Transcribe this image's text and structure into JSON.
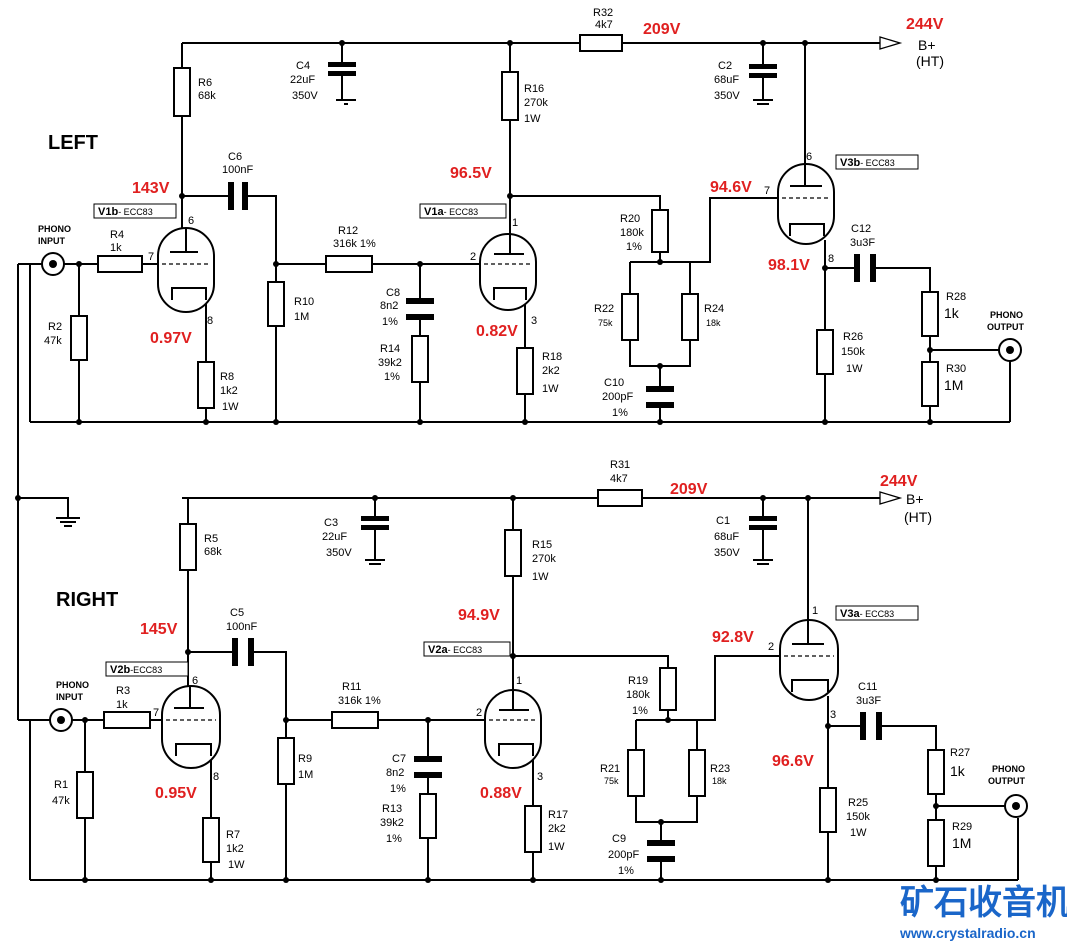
{
  "labels": {
    "left": "LEFT",
    "right": "RIGHT"
  },
  "supply": {
    "b_plus": "B+",
    "ht": "(HT)",
    "hv": "244V",
    "mid": "209V"
  },
  "io": {
    "phono_top": "PHONO",
    "input": "INPUT",
    "output": "OUTPUT"
  },
  "voltages": {
    "left": {
      "v1b_plate": "143V",
      "v1b_cathode": "0.97V",
      "v1a_plate": "96.5V",
      "v1a_cathode": "0.82V",
      "v3b_grid": "94.6V",
      "v3b_cathode": "98.1V"
    },
    "right": {
      "v2b_plate": "145V",
      "v2b_cathode": "0.95V",
      "v2a_plate": "94.9V",
      "v2a_cathode": "0.88V",
      "v3a_grid": "92.8V",
      "v3a_cathode": "96.6V"
    }
  },
  "tubes": {
    "V1b": {
      "name": "V1b",
      "type": "- ECC83"
    },
    "V1a": {
      "name": "V1a",
      "type": "- ECC83"
    },
    "V3b": {
      "name": "V3b",
      "type": "- ECC83"
    },
    "V2b": {
      "name": "V2b",
      "type": "-ECC83"
    },
    "V2a": {
      "name": "V2a",
      "type": "- ECC83"
    },
    "V3a": {
      "name": "V3a",
      "type": "- ECC83"
    }
  },
  "pins": {
    "p1": "1",
    "p2": "2",
    "p3": "3",
    "p6": "6",
    "p7": "7",
    "p8": "8"
  },
  "components": {
    "R32": [
      "R32",
      "4k7"
    ],
    "C4": [
      "C4",
      "22uF",
      "350V"
    ],
    "C2": [
      "C2",
      "68uF",
      "350V"
    ],
    "R6": [
      "R6",
      "68k"
    ],
    "R16": [
      "R16",
      "270k",
      "1W"
    ],
    "C6": [
      "C6",
      "100nF"
    ],
    "R4": [
      "R4",
      "1k"
    ],
    "R12": [
      "R12",
      "316k 1%"
    ],
    "R20": [
      "R20",
      "180k",
      "1%"
    ],
    "C12": [
      "C12",
      "3u3F"
    ],
    "R2": [
      "R2",
      "47k"
    ],
    "R10": [
      "R10",
      "1M"
    ],
    "C8": [
      "C8",
      "8n2",
      "1%"
    ],
    "R22": [
      "R22",
      "75k"
    ],
    "R24": [
      "R24",
      "18k"
    ],
    "R28": [
      "R28",
      "1k"
    ],
    "R26": [
      "R26",
      "150k",
      "1W"
    ],
    "R30": [
      "R30",
      "1M"
    ],
    "R14": [
      "R14",
      "39k2",
      "1%"
    ],
    "R18": [
      "R18",
      "2k2",
      "1W"
    ],
    "R8": [
      "R8",
      "1k2",
      "1W"
    ],
    "C10": [
      "C10",
      "200pF",
      "1%"
    ],
    "R31": [
      "R31",
      "4k7"
    ],
    "C3": [
      "C3",
      "22uF",
      "350V"
    ],
    "C1": [
      "C1",
      "68uF",
      "350V"
    ],
    "R5": [
      "R5",
      "68k"
    ],
    "R15": [
      "R15",
      "270k",
      "1W"
    ],
    "C5": [
      "C5",
      "100nF"
    ],
    "R3": [
      "R3",
      "1k"
    ],
    "R11": [
      "R11",
      "316k 1%"
    ],
    "R19": [
      "R19",
      "180k",
      "1%"
    ],
    "C11": [
      "C11",
      "3u3F"
    ],
    "R1": [
      "R1",
      "47k"
    ],
    "R9": [
      "R9",
      "1M"
    ],
    "C7": [
      "C7",
      "8n2",
      "1%"
    ],
    "R21": [
      "R21",
      "75k"
    ],
    "R23": [
      "R23",
      "18k"
    ],
    "R27": [
      "R27",
      "1k"
    ],
    "R25": [
      "R25",
      "150k",
      "1W"
    ],
    "R29": [
      "R29",
      "1M"
    ],
    "R13": [
      "R13",
      "39k2",
      "1%"
    ],
    "R17": [
      "R17",
      "2k2",
      "1W"
    ],
    "R7": [
      "R7",
      "1k2",
      "1W"
    ],
    "C9": [
      "C9",
      "200pF",
      "1%"
    ]
  },
  "brand": {
    "logo": "矿石收音机",
    "url": "www.crystalradio.cn"
  },
  "colors": {
    "voltage": "#e02020",
    "brand": "#1a66c9",
    "wire": "#000000"
  }
}
